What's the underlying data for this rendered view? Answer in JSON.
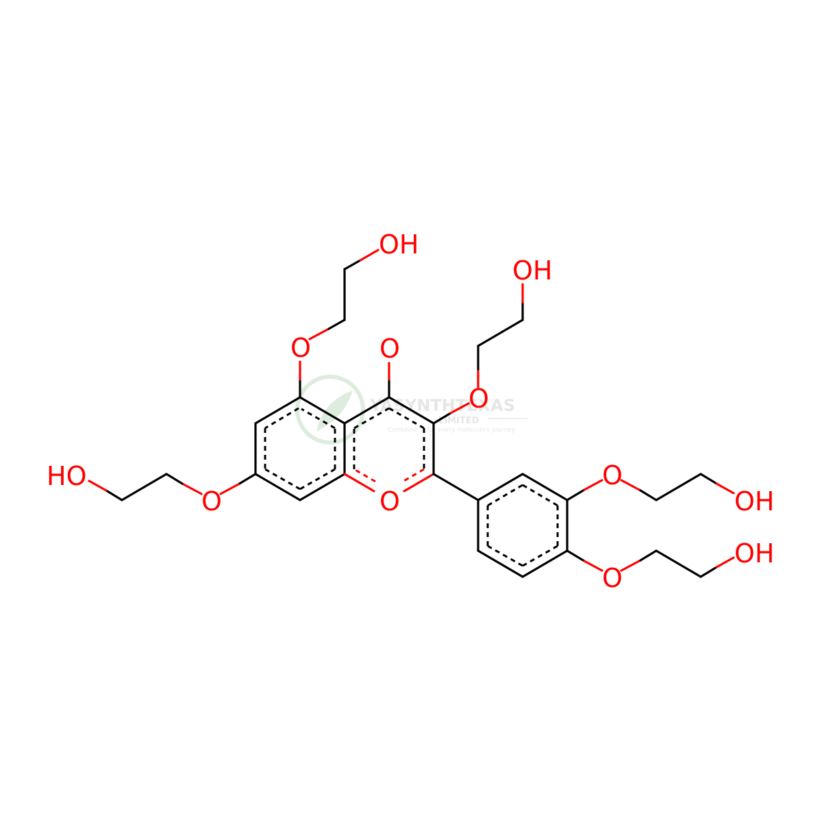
{
  "molecule": {
    "atom_labels": {
      "oh_top": "OH",
      "oh_top_right": "OH",
      "oh_left": "HO",
      "oh_right_upper": "OH",
      "oh_right_lower": "OH",
      "o_carbonyl": "O",
      "o_ether_5": "O",
      "o_ether_3": "O",
      "o_ether_7": "O",
      "o_ring": "O",
      "o_ether_3p": "O",
      "o_ether_4p": "O"
    },
    "colors": {
      "bond": "#000000",
      "heteroatom": "#ff0000"
    }
  },
  "watermark": {
    "line1": "YASYNTHTEXAS",
    "line2": "LIMITED",
    "line3": "Complete ... for every molecule's journey"
  }
}
